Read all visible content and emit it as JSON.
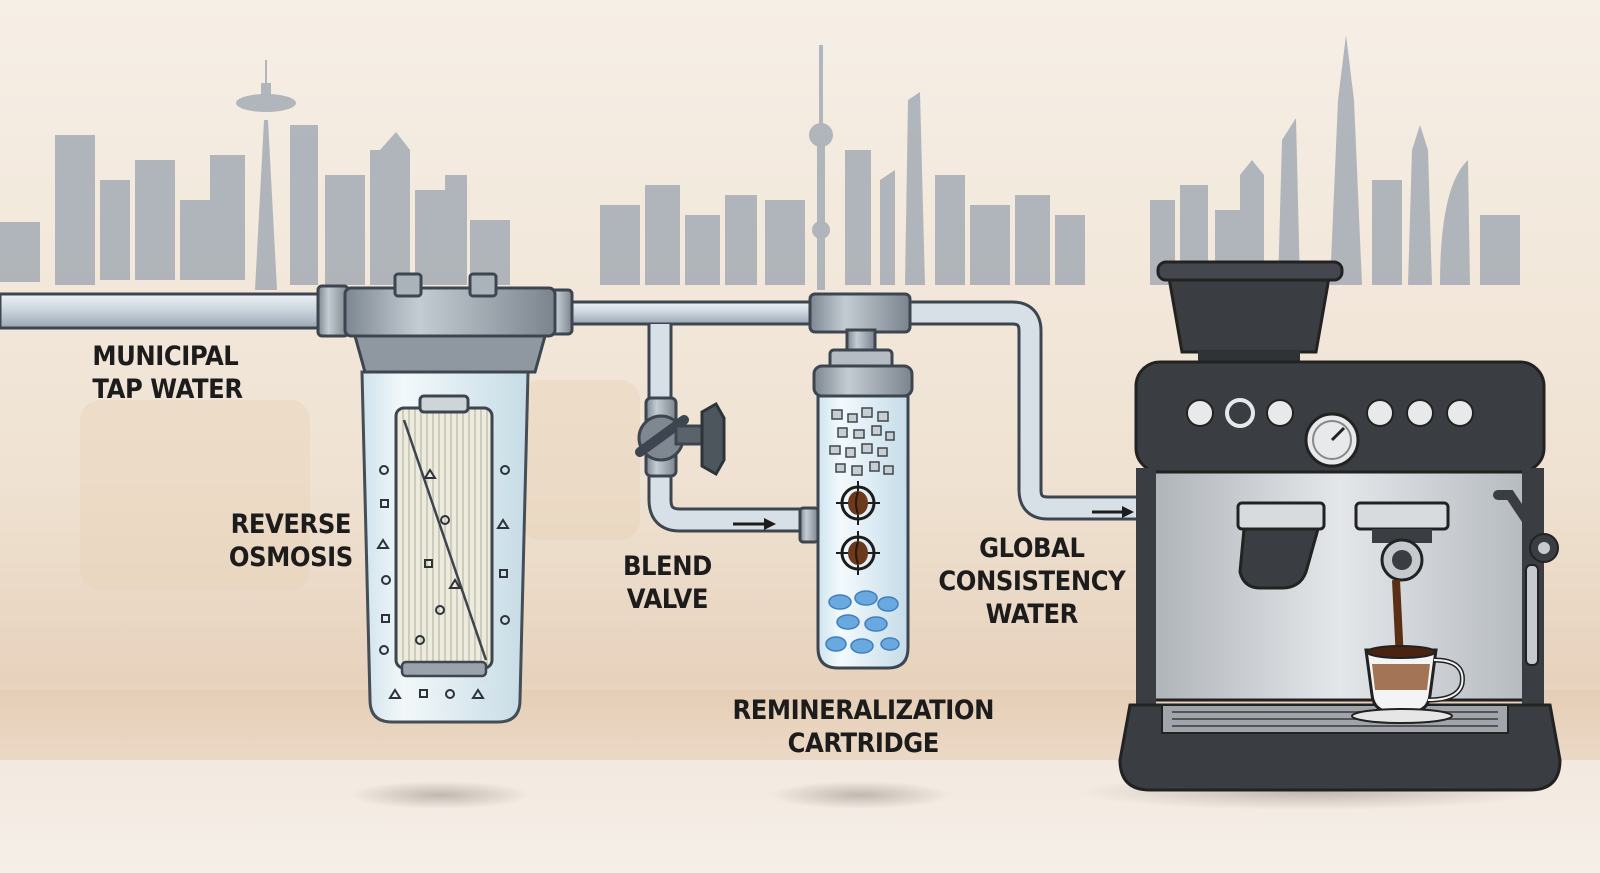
{
  "labels": {
    "municipal_tap_water": [
      "MUNICIPAL",
      "TAP WATER"
    ],
    "reverse_osmosis": [
      "REVERSE",
      "OSMOSIS"
    ],
    "blend_valve": [
      "BLEND",
      "VALVE"
    ],
    "remineralization_cartridge": [
      "REMINERALIZATION",
      "CARTRIDGE"
    ],
    "global_consistency_water": [
      "GLOBAL",
      "CONSISTENCY",
      "WATER"
    ]
  },
  "colors": {
    "background": "#f3ebe0",
    "skyline": "#9aa4b0",
    "pipe": "#cfd8e0",
    "pipe_outline": "#3d4650",
    "filter_cap": "#9aa3ac",
    "glass": "#e4f1f7",
    "machine_body": "#3a3d42",
    "machine_panel": "#c9cdd1",
    "espresso": "#5a2f16",
    "text": "#1c1c1c"
  },
  "icons": {
    "skyline": "city-skyline-silhouette",
    "filter": "reverse-osmosis-filter-housing",
    "valve": "blend-valve-handle",
    "cartridge": "remineralization-cartridge",
    "flow": "flow-arrow-icon",
    "machine": "espresso-machine",
    "cup": "espresso-cup"
  }
}
